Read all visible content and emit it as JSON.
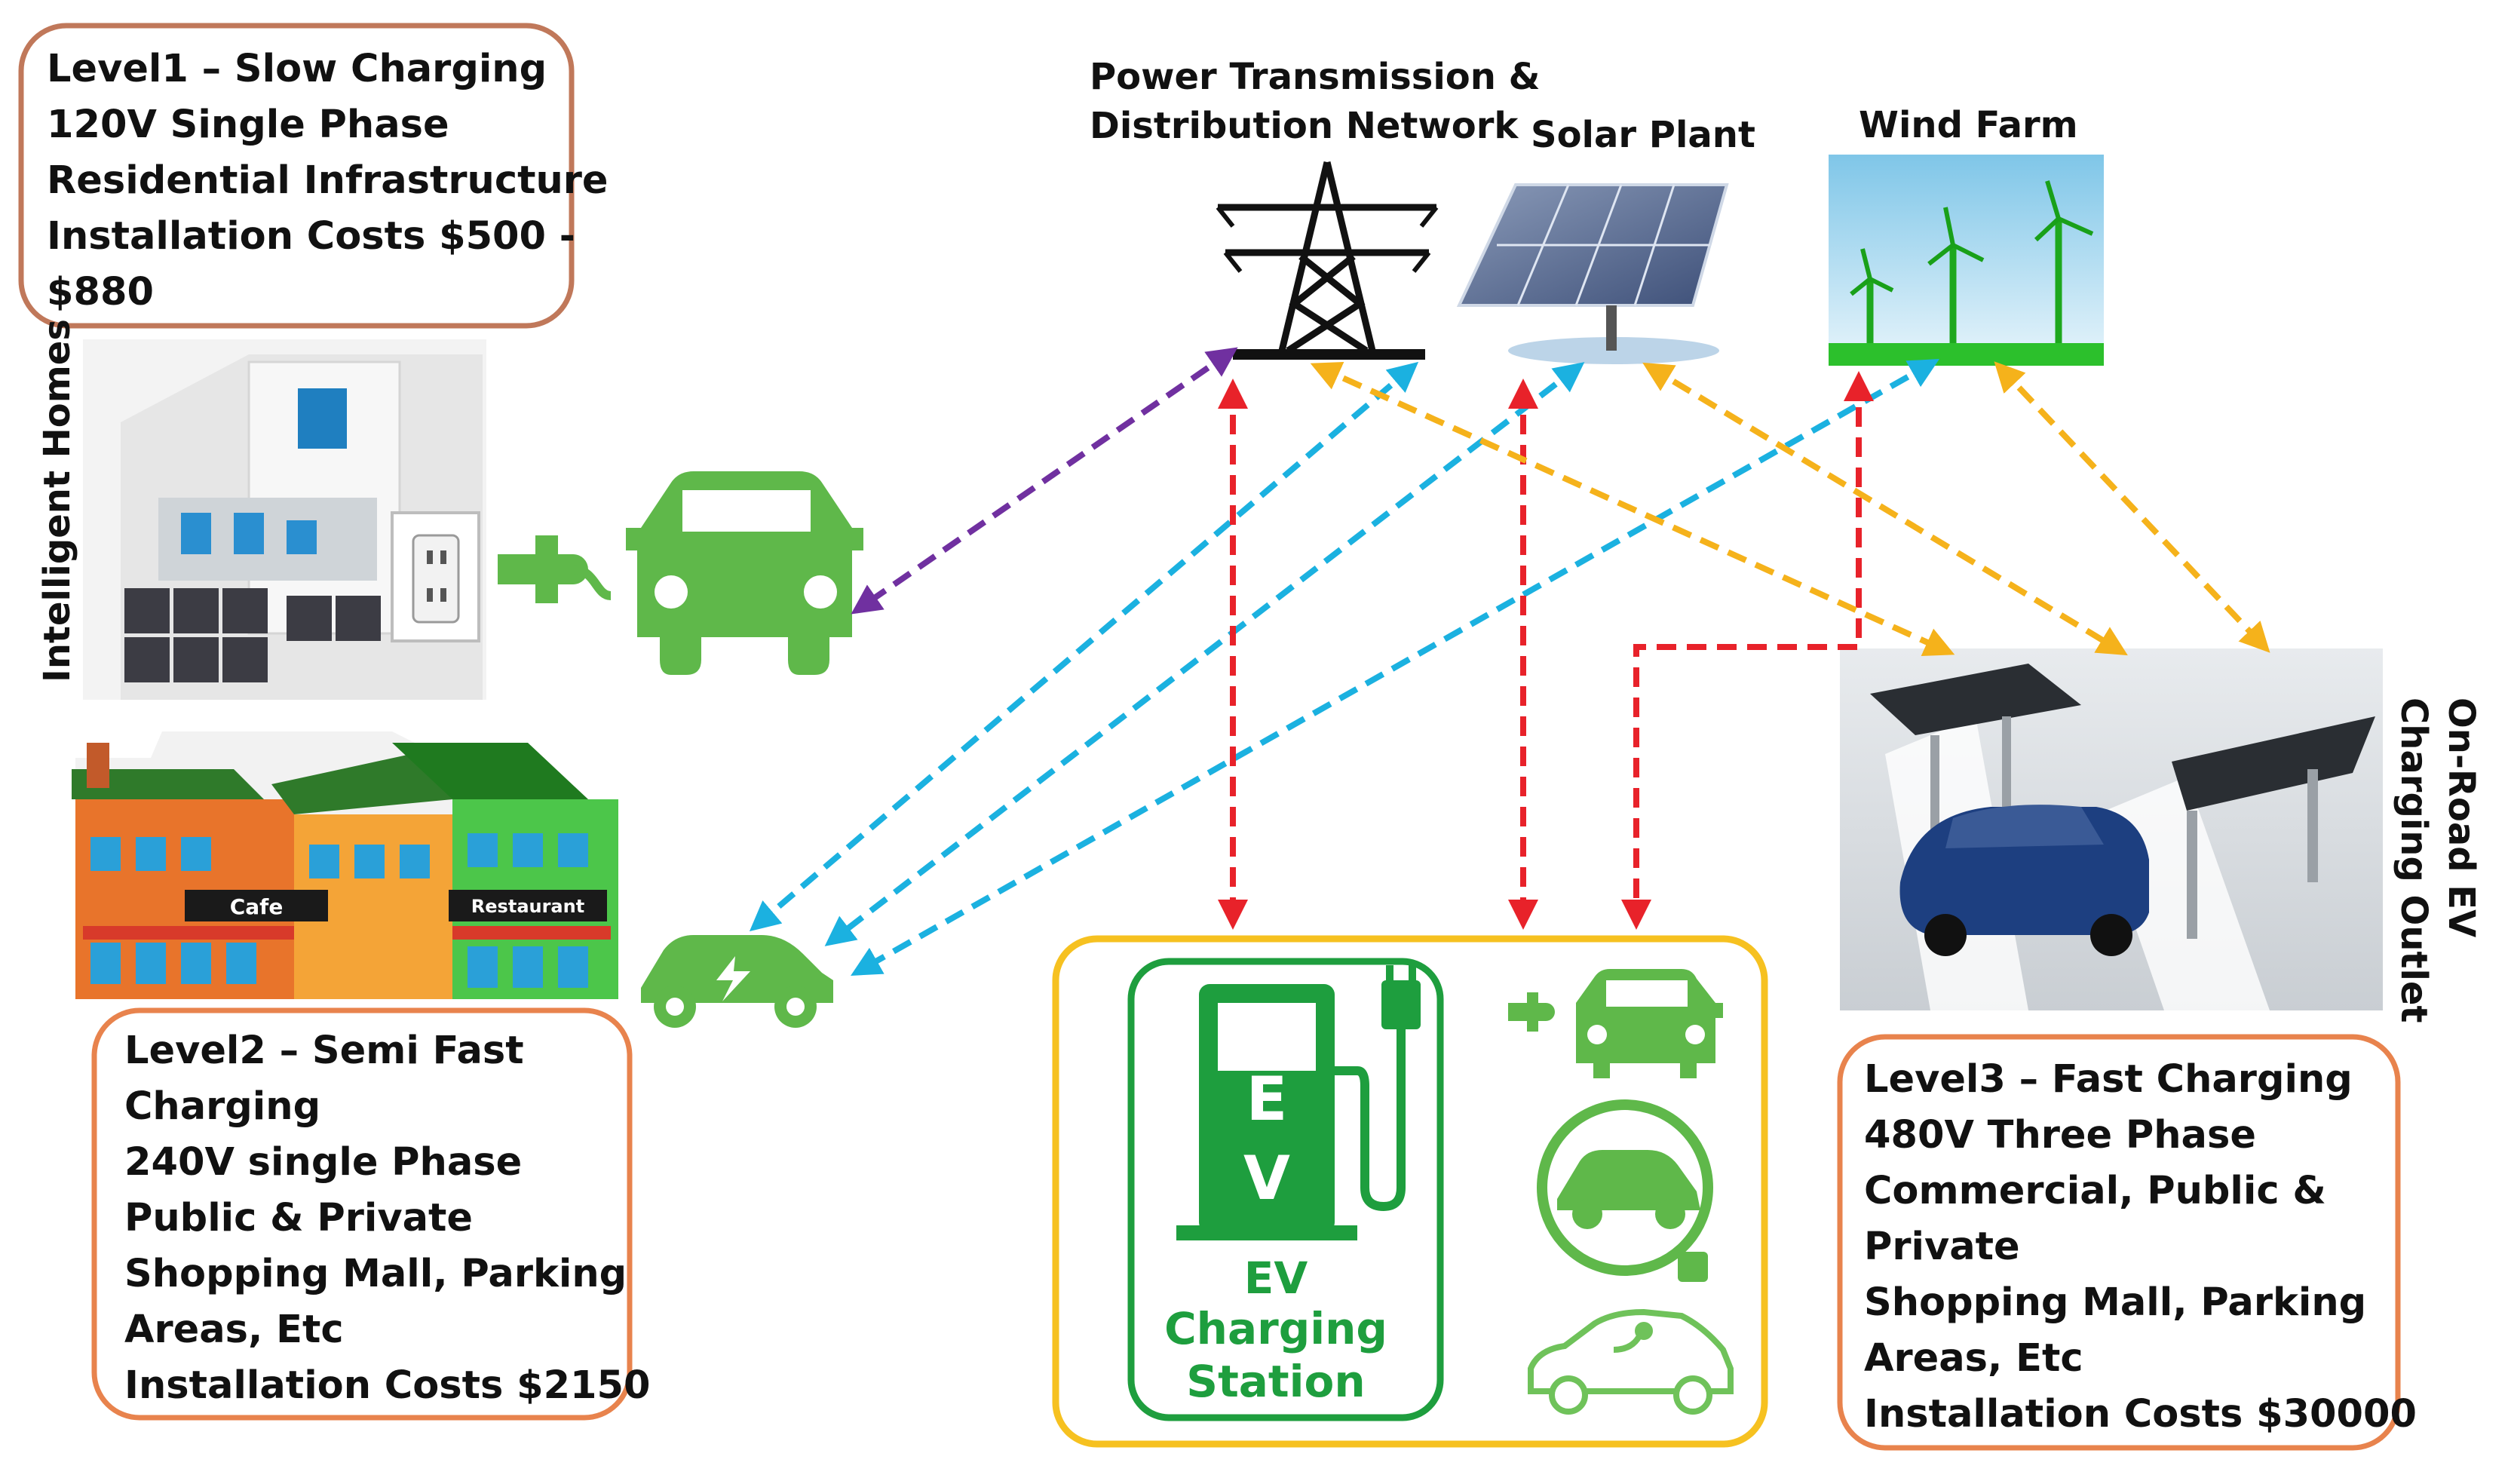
{
  "level1": {
    "lines": [
      "Level1 – Slow Charging",
      "120V Single Phase",
      "Residential Infrastructure",
      "Installation Costs $500 -",
      "$880"
    ]
  },
  "level2": {
    "lines": [
      "Level2 – Semi Fast",
      "Charging",
      "240V single Phase",
      "Public & Private",
      "Shopping Mall, Parking",
      "Areas, Etc",
      "Installation Costs $2150"
    ]
  },
  "level3": {
    "lines": [
      "Level3 – Fast Charging",
      "480V Three Phase",
      "Commercial, Public &",
      "Private",
      "Shopping Mall, Parking",
      "Areas, Etc",
      "Installation Costs $30000"
    ]
  },
  "labels": {
    "power_line1": "Power Transmission &",
    "power_line2": "Distribution Network",
    "solar": "Solar Plant",
    "wind": "Wind Farm",
    "intelligent_homes": "Intelligent Homes",
    "onroad_line1": "On-Road EV",
    "onroad_line2": "Charging Outlet",
    "ev_station_line1": "EV",
    "ev_station_line2": "Charging",
    "ev_station_line3": "Station",
    "ev_pump_letter1": "E",
    "ev_pump_letter2": "V",
    "level2_sign1": "Cafe",
    "level2_sign2": "Restaurant"
  },
  "colors": {
    "purple_link": "#7030a0",
    "blue_link": "#1bb1e0",
    "red_link": "#e8222a",
    "orange_link": "#f5b21b",
    "ev_green": "#5fb84a",
    "station_green": "#1e9e3e",
    "station_border": "#f6c120",
    "box_border": "#d9805a"
  }
}
